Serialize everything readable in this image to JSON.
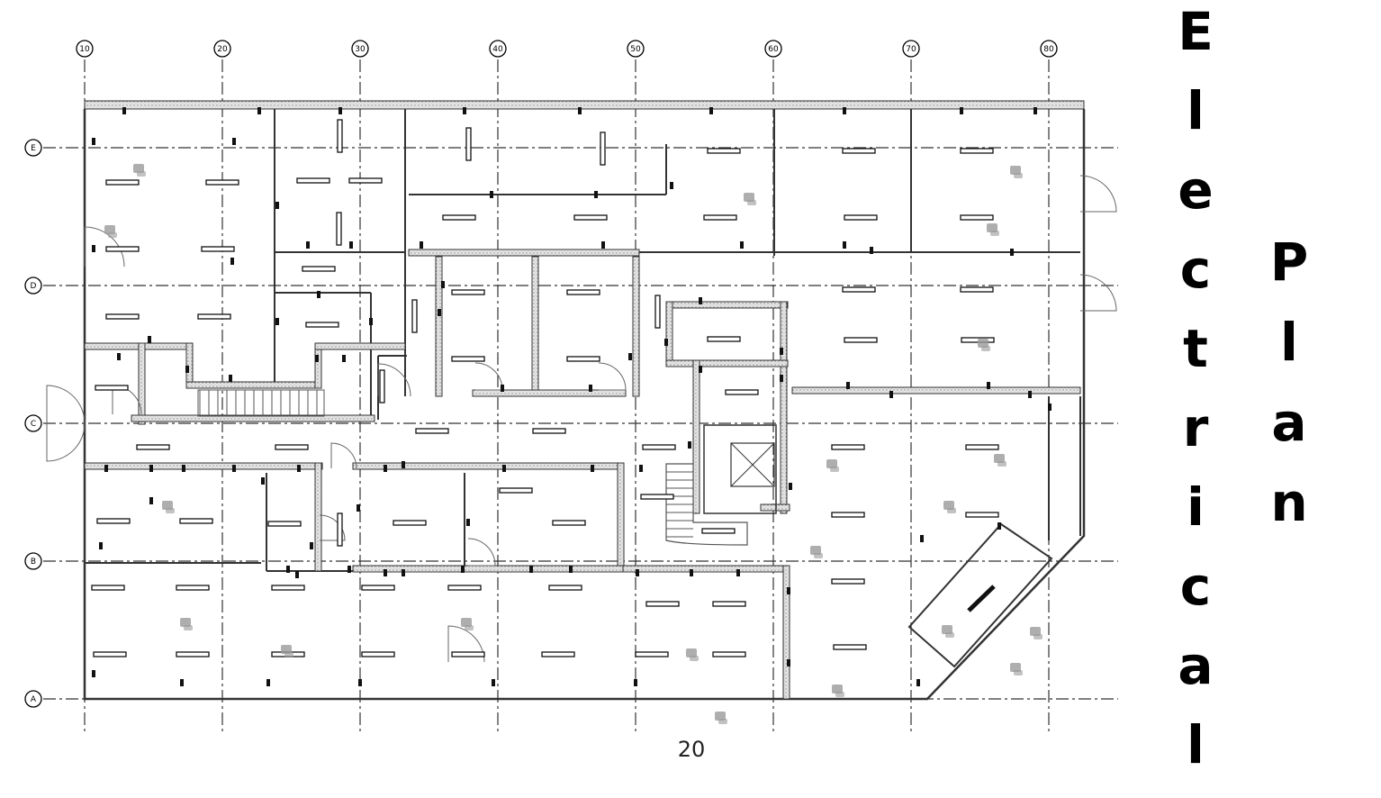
{
  "title": {
    "word1": [
      "E",
      "l",
      "e",
      "c",
      "t",
      "r",
      "i",
      "c",
      "a",
      "l"
    ],
    "word2": [
      "P",
      "l",
      "a",
      "n"
    ]
  },
  "page_number": "20",
  "grid": {
    "columns": [
      "10",
      "20",
      "30",
      "40",
      "50",
      "60",
      "70",
      "80"
    ],
    "rows": [
      "E",
      "D",
      "C",
      "B",
      "A"
    ]
  },
  "colors": {
    "line": "#333333",
    "wall_fill": "#d9d9d9",
    "fixture": "#111111",
    "furniture": "#9a9a9a"
  }
}
